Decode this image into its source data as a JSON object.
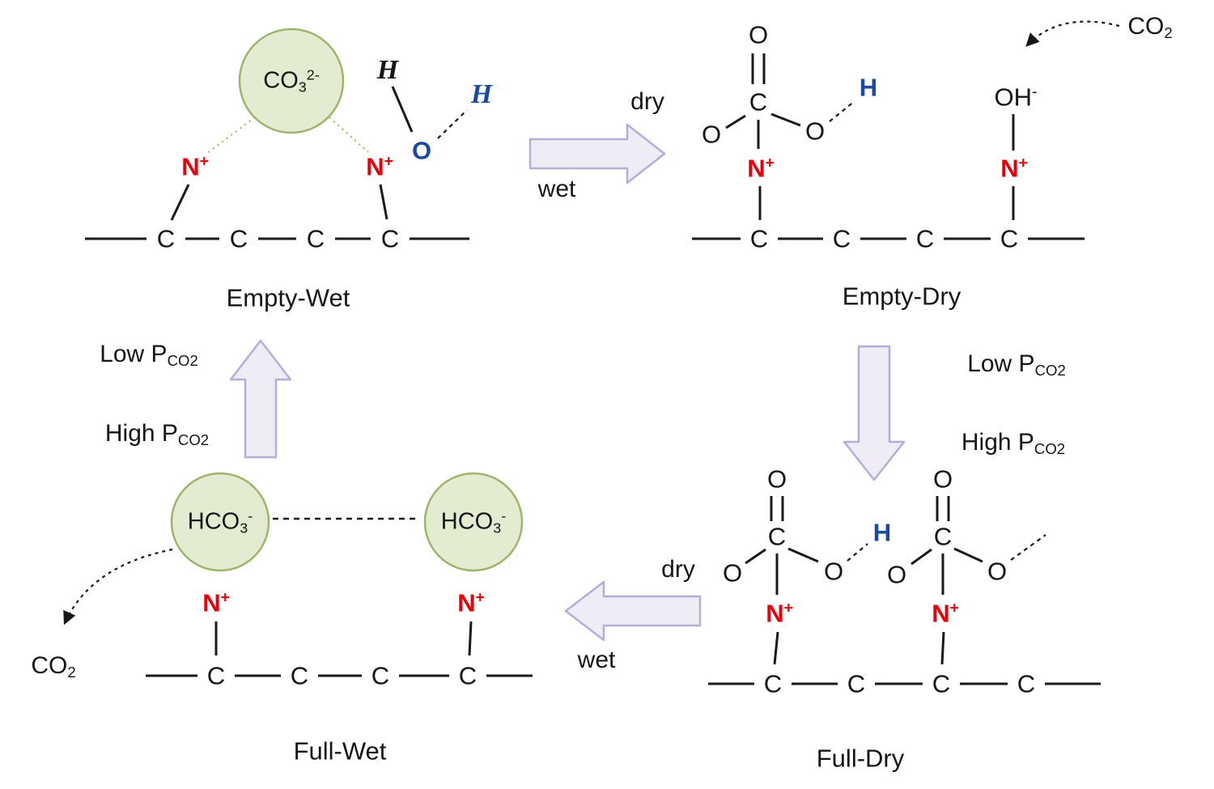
{
  "colors": {
    "nitrogen_red": "#e8000b",
    "water_blue": "#1b4aa2",
    "ion_circle_fill": "#e3ecd1",
    "ion_circle_stroke": "#9fb46c",
    "block_arrow_fill": "#efecf6",
    "block_arrow_stroke": "#b6aed8",
    "bond_black": "#1a1a1a",
    "dotted_link_olive": "#a9ad55"
  },
  "states": {
    "empty_wet": {
      "label": "Empty-Wet",
      "ion": {
        "base": "CO",
        "sub": "3",
        "sup": "2-"
      },
      "water": {
        "h_top": "H",
        "o": "O",
        "h_side": "H"
      },
      "n1": {
        "base": "N",
        "sup": "+"
      },
      "n2": {
        "base": "N",
        "sup": "+"
      },
      "backbone": [
        "C",
        "C",
        "C",
        "C"
      ]
    },
    "empty_dry": {
      "label": "Empty-Dry",
      "carbonate": {
        "o_top": "O",
        "c": "C",
        "o_left": "O",
        "o_right": "O",
        "h": "H"
      },
      "hydroxide": {
        "base": "OH",
        "sup": "-"
      },
      "n1": {
        "base": "N",
        "sup": "+"
      },
      "n2": {
        "base": "N",
        "sup": "+"
      },
      "backbone": [
        "C",
        "C",
        "C",
        "C"
      ],
      "co2": {
        "base": "CO",
        "sub": "2"
      }
    },
    "full_dry": {
      "label": "Full-Dry",
      "carbonate1": {
        "o_top": "O",
        "c": "C",
        "o_left": "O",
        "o_right": "O",
        "h": "H"
      },
      "carbonate2": {
        "o_top": "O",
        "c": "C",
        "o_left": "O",
        "o_right": "O"
      },
      "n1": {
        "base": "N",
        "sup": "+"
      },
      "n2": {
        "base": "N",
        "sup": "+"
      },
      "backbone": [
        "C",
        "C",
        "C",
        "C"
      ]
    },
    "full_wet": {
      "label": "Full-Wet",
      "ion1": {
        "base": "HCO",
        "sub": "3",
        "sup": "-"
      },
      "ion2": {
        "base": "HCO",
        "sub": "3",
        "sup": "-"
      },
      "n1": {
        "base": "N",
        "sup": "+"
      },
      "n2": {
        "base": "N",
        "sup": "+"
      },
      "backbone": [
        "C",
        "C",
        "C",
        "C"
      ],
      "co2": {
        "base": "CO",
        "sub": "2"
      }
    }
  },
  "transitions": {
    "top": {
      "dry": "dry",
      "wet": "wet"
    },
    "bottom": {
      "dry": "dry",
      "wet": "wet"
    },
    "right": {
      "low": {
        "base": "Low P",
        "sub": "CO2"
      },
      "high": {
        "base": "High P",
        "sub": "CO2"
      }
    },
    "left": {
      "low": {
        "base": "Low P",
        "sub": "CO2"
      },
      "high": {
        "base": "High P",
        "sub": "CO2"
      }
    }
  }
}
